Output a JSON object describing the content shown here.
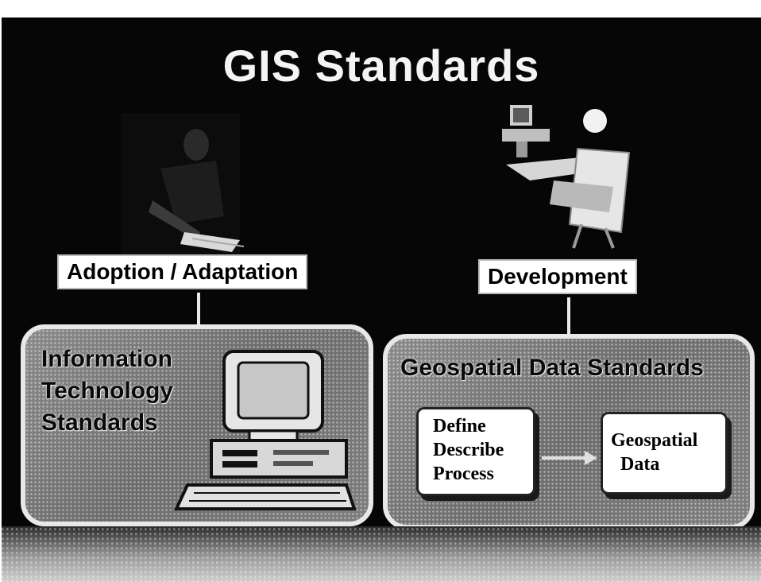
{
  "title": "GIS Standards",
  "left": {
    "label": "Adoption / Adaptation",
    "panel_lines": [
      "Information",
      "Technology",
      "Standards"
    ]
  },
  "right": {
    "label": "Development",
    "panel_title": "Geospatial Data Standards",
    "box1_lines": [
      "Define",
      "Describe",
      "Process"
    ],
    "box2_lines": [
      "Geospatial",
      "Data"
    ]
  },
  "icons": [
    "person-at-desk-icon",
    "person-at-computer-icon",
    "desktop-computer-icon",
    "arrow-right-icon"
  ]
}
